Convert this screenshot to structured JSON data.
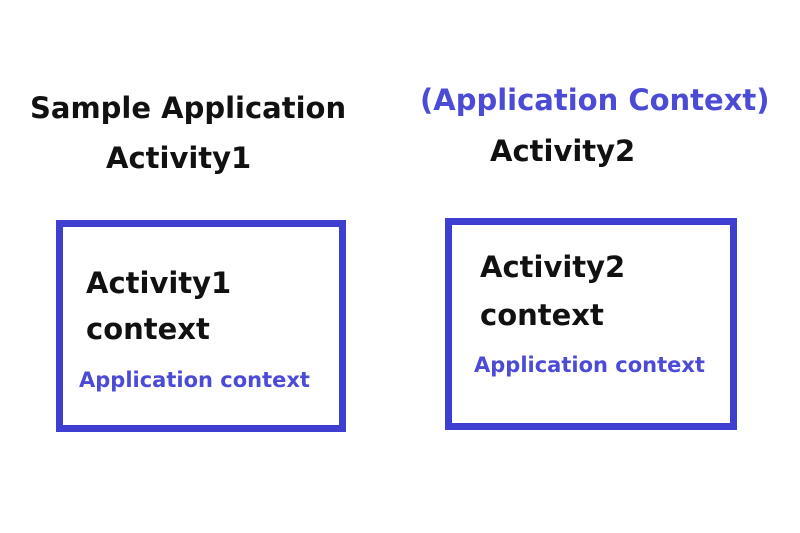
{
  "left": {
    "title_line1": "Sample Application",
    "title_line2": "Activity1",
    "box_line1": "Activity1",
    "box_line2": "context",
    "box_app_context": "Application context"
  },
  "right": {
    "title_line1": "(Application Context)",
    "title_line2": "Activity2",
    "box_line1": "Activity2",
    "box_line2": "context",
    "box_app_context": "Application context"
  },
  "colors": {
    "box_border": "#3e3ed0",
    "accent_text": "#4b4bd6",
    "heading_text": "#111111",
    "background": "#ffffff"
  }
}
